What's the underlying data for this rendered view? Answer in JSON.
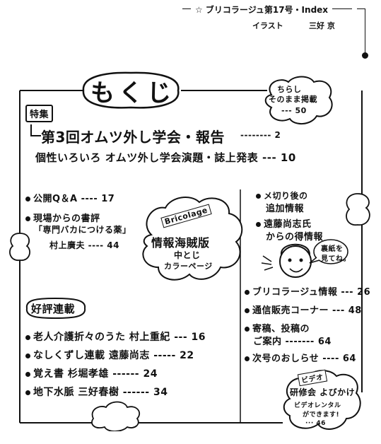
{
  "header": {
    "line1": "☆  ブリコラージュ第17号・Index",
    "illust_label": "イラスト",
    "illustrator": "三好  京"
  },
  "title": "もくじ",
  "cloud_top": {
    "line1": "ちらし",
    "line2": "そのまま掲載",
    "page": "--- 50"
  },
  "special": {
    "badge": "特集",
    "main": "第3回オムツ外し学会・報告",
    "main_page": "-------- 2",
    "sub": "個性いろいろ  オムツ外し学会演題・誌上発表 --- 10"
  },
  "left_items": [
    {
      "text": "公開Q＆A ---- 17"
    },
    {
      "text": "現場からの書評",
      "line2": "「専門バカにつける薬」",
      "line3": "村上廣夫 ---- 44"
    }
  ],
  "center_cloud": {
    "tag": "Bricolage",
    "title": "情報海賊版",
    "sub1": "中とじ",
    "sub2": "カラーページ"
  },
  "right_top": [
    {
      "line1": "メ切り後の",
      "line2": "追加情報"
    },
    {
      "line1": "遠藤尚志氏",
      "line2": "からの得情報"
    }
  ],
  "speech": {
    "line1": "裏紙を",
    "line2": "見てね。"
  },
  "serial_badge": "好評連載",
  "serials": [
    {
      "title": "老人介護折々のうた",
      "author": "村上重紀",
      "page": "--- 16"
    },
    {
      "title": "なしくずし連載",
      "author": "遠藤尚志",
      "page": "----- 22"
    },
    {
      "title": "覚え書",
      "author": "杉堀孝雄",
      "page": "------ 24"
    },
    {
      "title": "地下水脈",
      "author": "三好春樹",
      "page": "------ 34"
    }
  ],
  "right_items": [
    {
      "text": "ブリコラージュ情報 --- 26"
    },
    {
      "text": "通信販売コーナー --- 48"
    },
    {
      "text": "寄稿、投稿の",
      "line2": "ご案内  ------- 64"
    },
    {
      "text": "次号のおしらせ ---- 64"
    }
  ],
  "cloud_bottom": {
    "tag": "ビデオ",
    "line1": "研修会 よびかけ",
    "line2": "ビデオレンタル",
    "line3": "ができます!",
    "page": "··· 46"
  }
}
